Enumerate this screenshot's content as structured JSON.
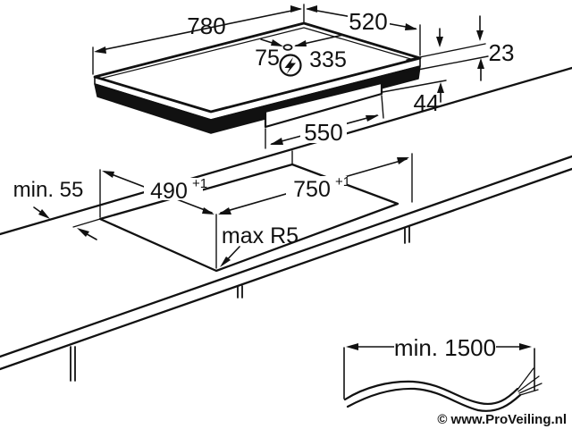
{
  "page": {
    "background": "#ffffff",
    "line_color": "#111111"
  },
  "hob_view": {
    "width": "780",
    "depth": "520",
    "power_offset_left": "75",
    "power_offset_right": "335",
    "height_above_worktop": "23",
    "built_in_depth": "44",
    "bottom_box_width": "550"
  },
  "cutout_view": {
    "rear_clearance": "min. 55",
    "cutout_depth": "490",
    "cutout_depth_tol": "+1",
    "cutout_width": "750",
    "cutout_width_tol": "+1",
    "corner_radius": "max R5"
  },
  "cable_view": {
    "cable_length": "min. 1500"
  },
  "watermark": {
    "text": "© www.ProVeiling.nl",
    "color": "#2e6566"
  }
}
